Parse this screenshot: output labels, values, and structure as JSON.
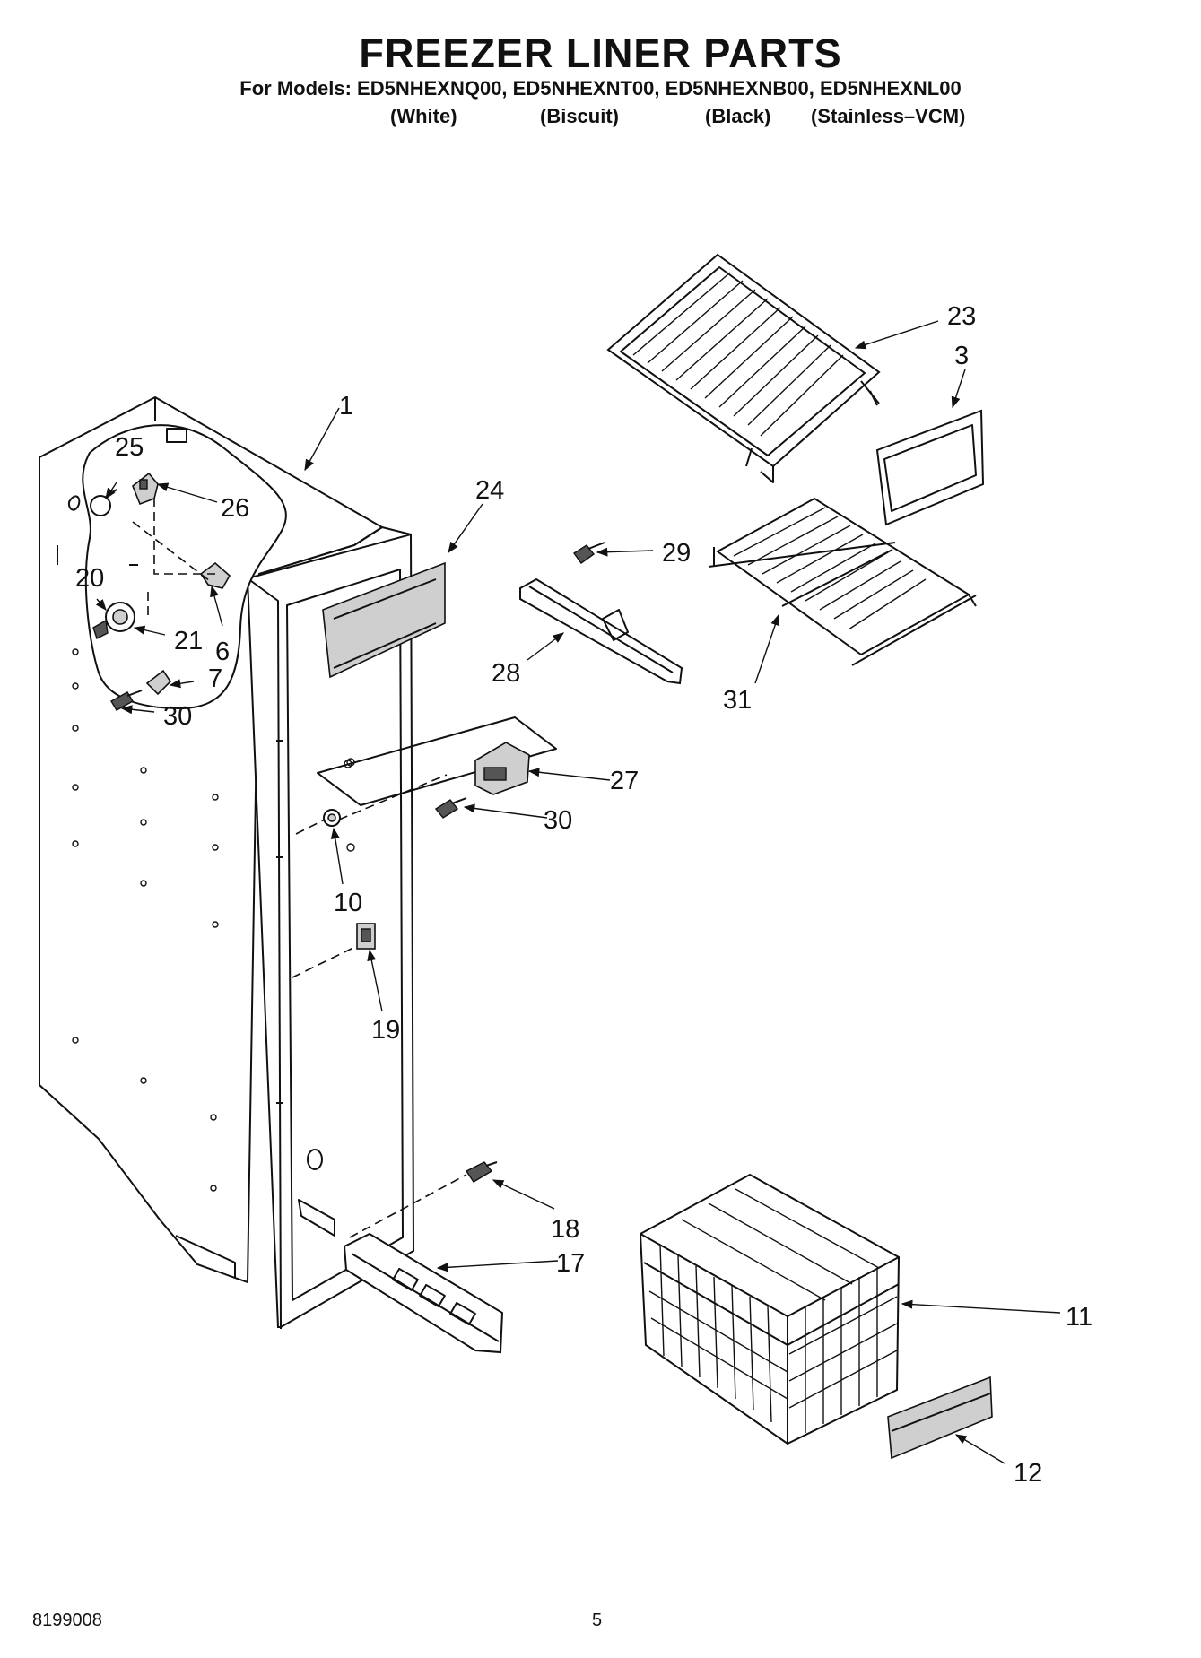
{
  "header": {
    "title": "FREEZER LINER PARTS",
    "models_line": "For Models: ED5NHEXNQ00, ED5NHEXNT00, ED5NHEXNB00, ED5NHEXNL00",
    "variants": [
      "(White)",
      "(Biscuit)",
      "(Black)",
      "(Stainless–VCM)"
    ]
  },
  "callouts": [
    "1",
    "25",
    "26",
    "20",
    "21",
    "6",
    "7",
    "30",
    "24",
    "23",
    "3",
    "29",
    "28",
    "31",
    "27",
    "30",
    "10",
    "19",
    "18",
    "17",
    "11",
    "12"
  ],
  "footer": {
    "part_number": "8199008",
    "page_number": "5"
  }
}
